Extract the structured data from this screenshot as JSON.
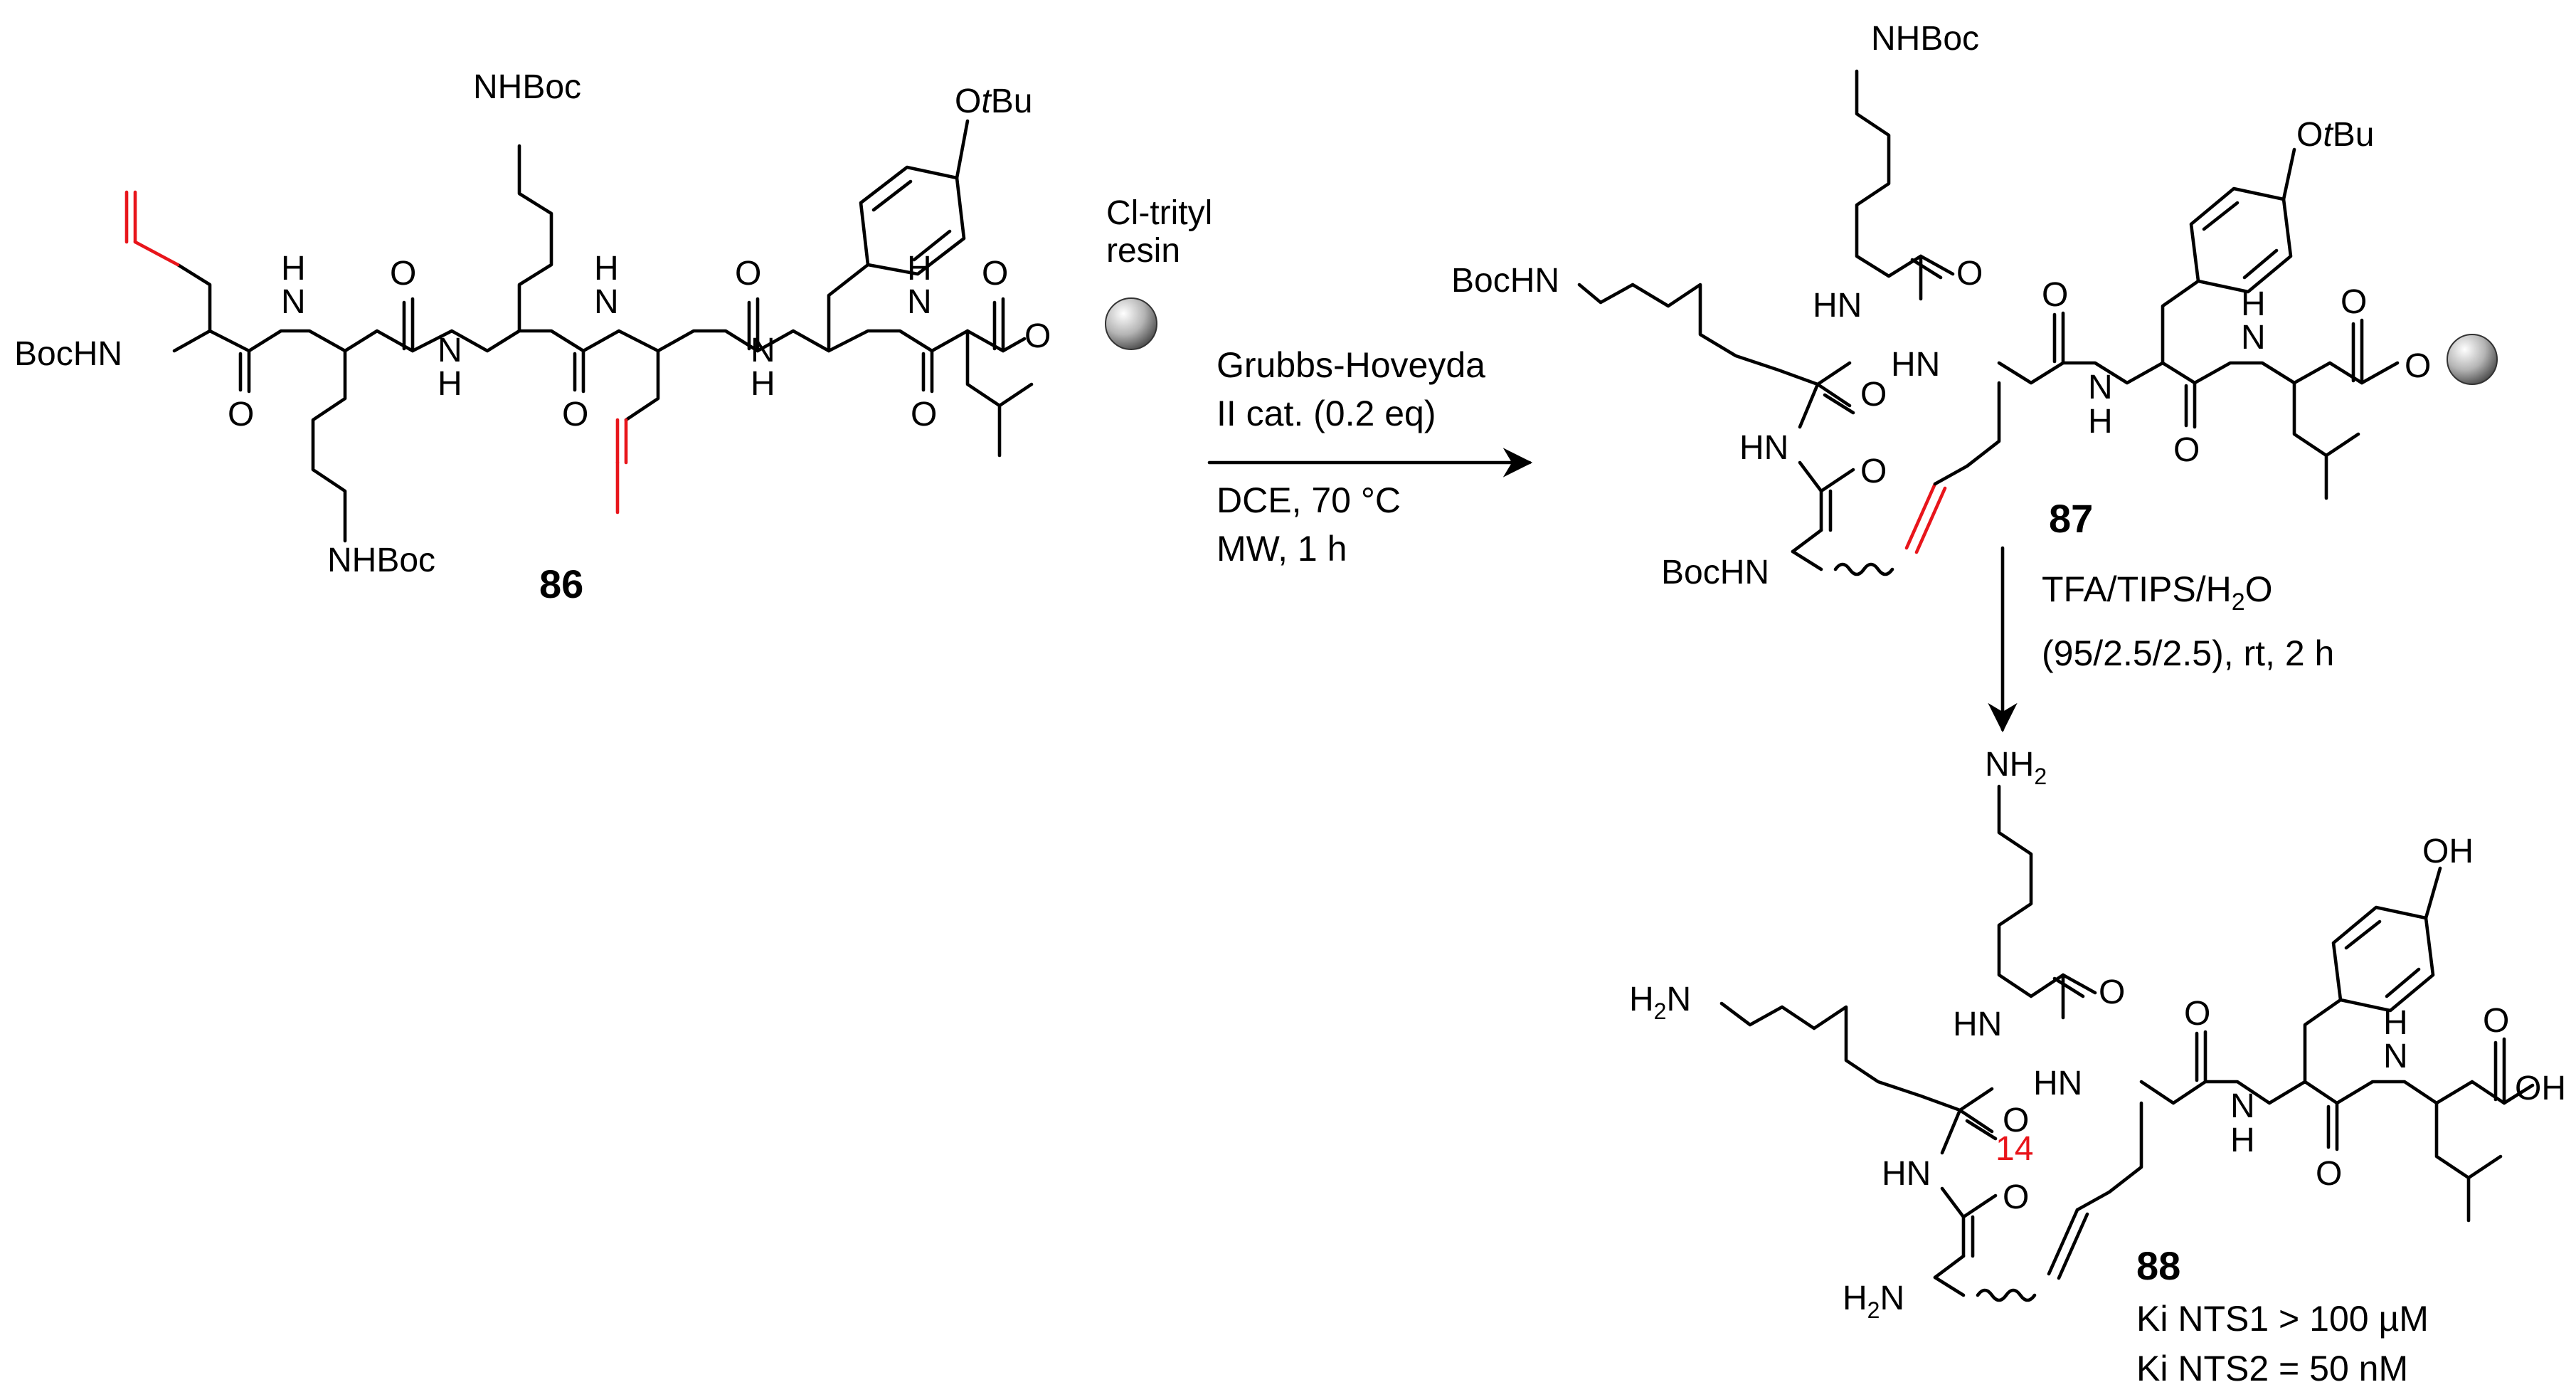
{
  "colors": {
    "bond": "#000000",
    "metathesis_highlight": "#e8151b",
    "resin_bead": "#9a9a9a"
  },
  "reaction_1": {
    "conditions": [
      "Grubbs-Hoveyda",
      "II cat. (0.2 eq)",
      "DCE, 70 °C",
      "MW, 1 h"
    ]
  },
  "reaction_2": {
    "conditions": [
      "TFA/TIPS/H",
      "2",
      "O",
      "(95/2.5/2.5), rt, 2 h"
    ]
  },
  "compound_86": {
    "number": "86",
    "resin_label": [
      "Cl-trityl",
      "resin"
    ],
    "atoms": {
      "boc_n": "BocHN",
      "nh": "N",
      "h": "H",
      "o": "O",
      "side_nhboc": "NHBoc",
      "otbu_o": "O",
      "otbu_t": "t",
      "otbu_bu": "Bu"
    }
  },
  "compound_87": {
    "number": "87",
    "atoms": {
      "boc_hn": "BocHN",
      "hn": "HN",
      "n": "N",
      "h": "H",
      "o": "O",
      "side_nhboc": "NHBoc",
      "otbu_o": "O",
      "otbu_t": "t",
      "otbu_bu": "Bu"
    }
  },
  "compound_88": {
    "number": "88",
    "ring_size": "14",
    "atoms": {
      "h2n_h": "H",
      "h2n_2": "2",
      "h2n_n": "N",
      "nh2_n": "NH",
      "nh2_2": "2",
      "hn": "HN",
      "n": "N",
      "h": "H",
      "o": "O",
      "oh": "OH"
    },
    "activity": [
      {
        "label": "Ki NTS1 > 100 ",
        "unit": "µM"
      },
      {
        "label": "Ki NTS2 = 50 nM",
        "unit": ""
      }
    ]
  }
}
